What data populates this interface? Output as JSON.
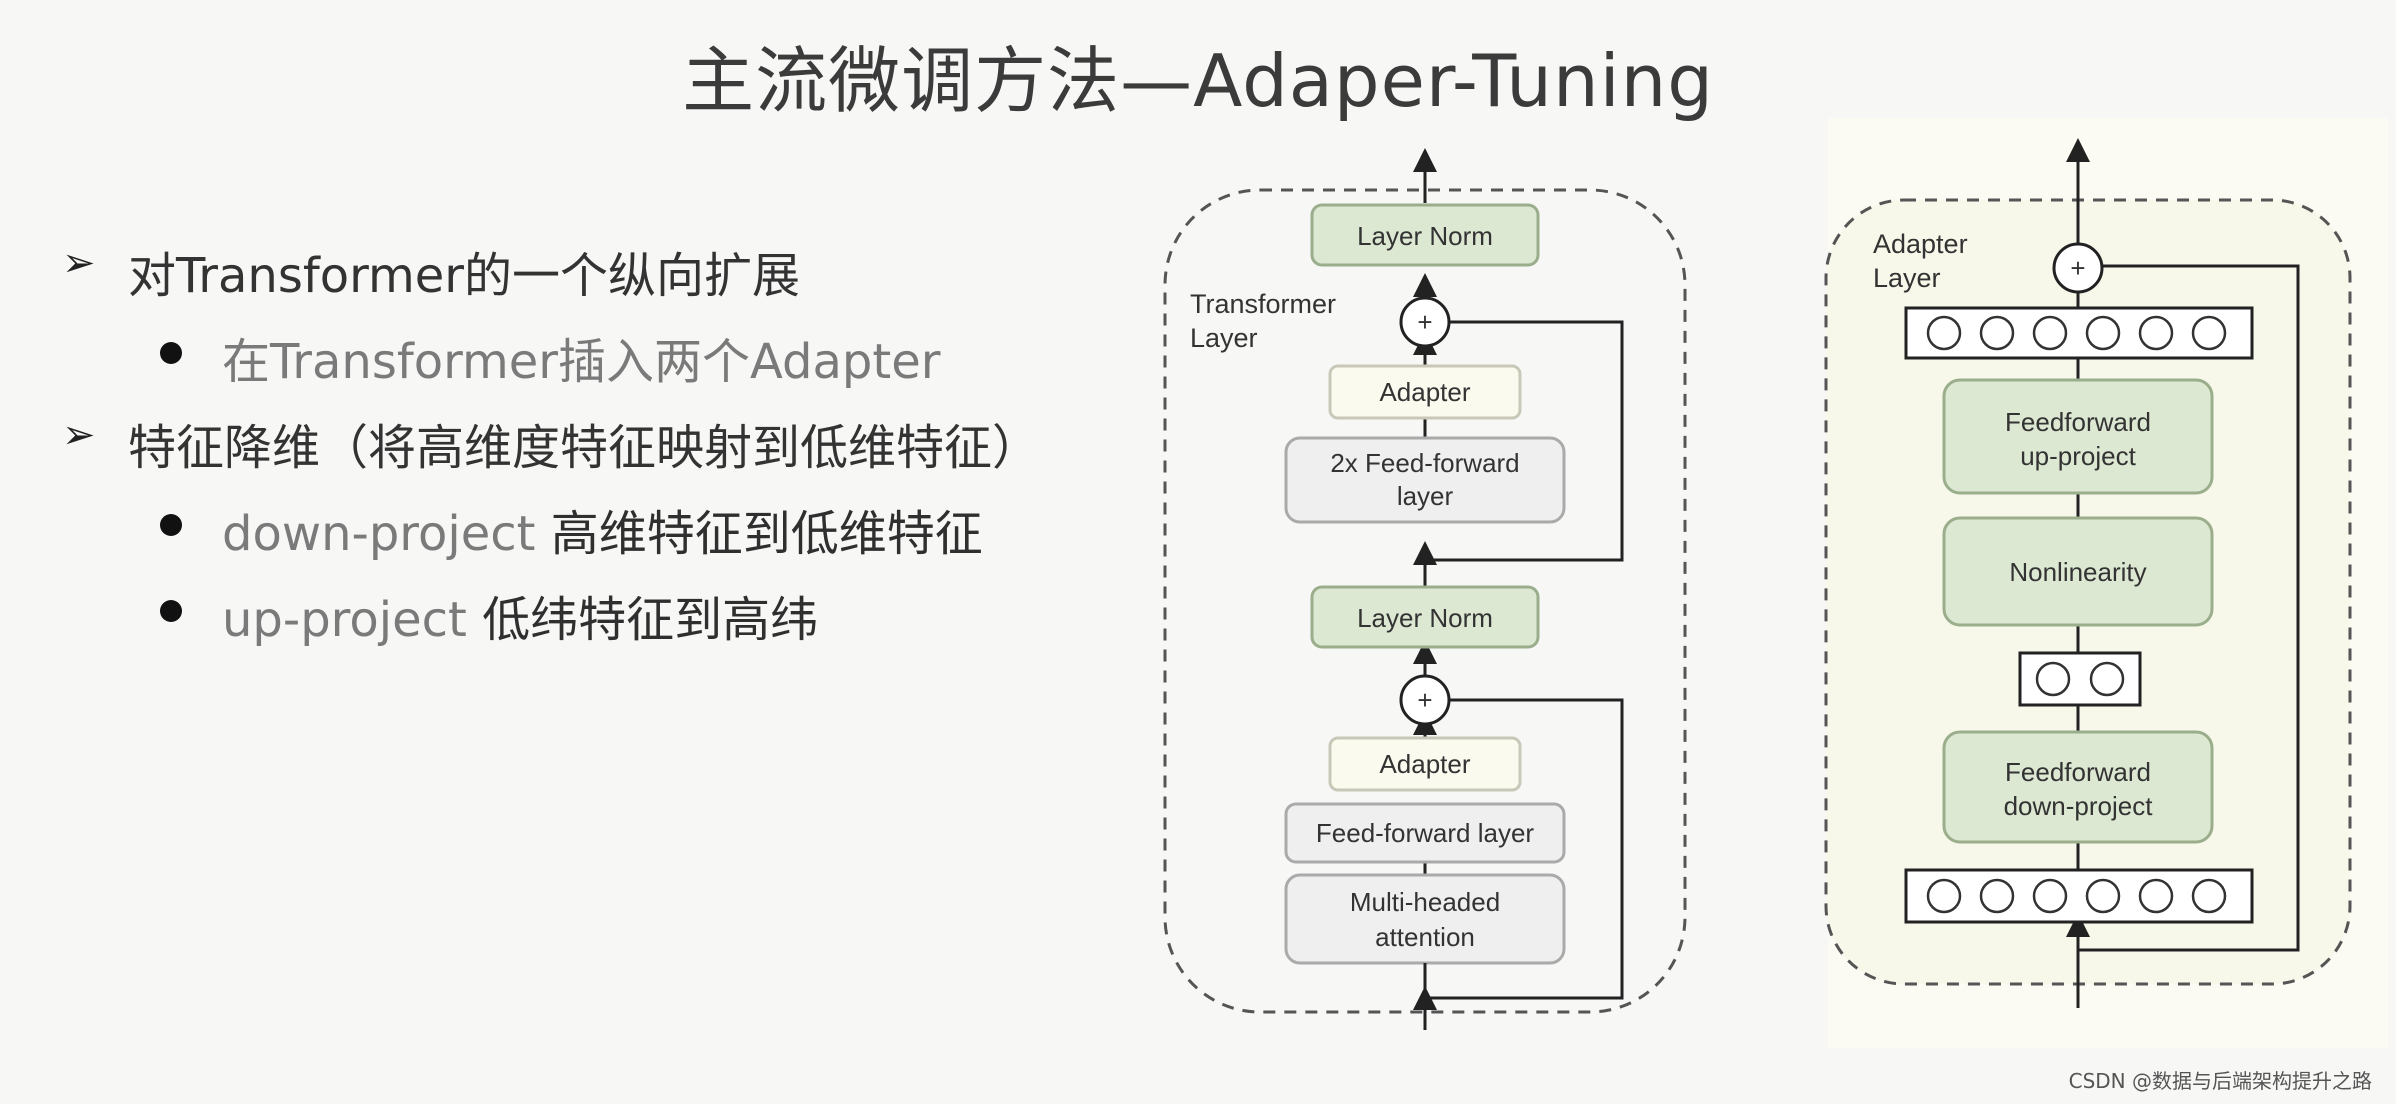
{
  "title": "主流微调方法—Adaper-Tuning",
  "bullets": [
    {
      "level": 1,
      "marker": "➢",
      "text": "对Transformer的一个纵向扩展"
    },
    {
      "level": 2,
      "marker": "●",
      "text": "在Transformer插入两个Adapter"
    },
    {
      "level": 1,
      "marker": "➢",
      "text": "特征降维（将高维度特征映射到低维特征）"
    },
    {
      "level": 2,
      "marker": "●",
      "term": "down-project",
      "text": " 高维特征到低维特征"
    },
    {
      "level": 2,
      "marker": "●",
      "term": "up-project",
      "text": " 低纬特征到高纬"
    }
  ],
  "transformer": {
    "label_line1": "Transformer",
    "label_line2": "Layer",
    "layer_norm_top": "Layer Norm",
    "plus_top": "+",
    "adapter_top": "Adapter",
    "ffn2x_line1": "2x Feed-forward",
    "ffn2x_line2": "layer",
    "layer_norm_mid": "Layer Norm",
    "plus_bottom": "+",
    "adapter_bottom": "Adapter",
    "ffn": "Feed-forward layer",
    "mha_line1": "Multi-headed",
    "mha_line2": "attention"
  },
  "adapter_layer": {
    "label_line1": "Adapter",
    "label_line2": "Layer",
    "plus": "+",
    "up_line1": "Feedforward",
    "up_line2": "up-project",
    "nonlinearity": "Nonlinearity",
    "down_line1": "Feedforward",
    "down_line2": "down-project"
  },
  "watermark": "CSDN @数据与后端架构提升之路",
  "colors": {
    "green_box": "#dde8d3",
    "green_border": "#9aae8c",
    "grey_box": "#efefef",
    "cream_box": "#fbfaee",
    "adapter_bg": "#f7f8ea"
  }
}
